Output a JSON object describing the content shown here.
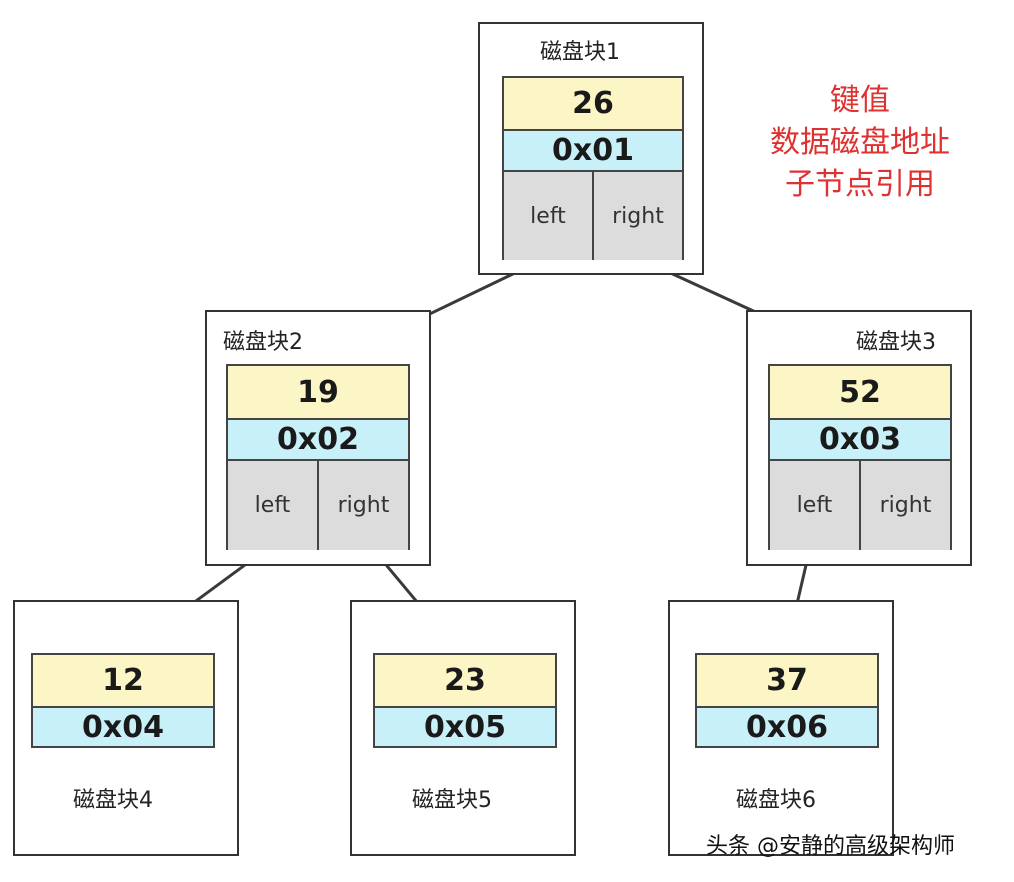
{
  "blocks": [
    {
      "label": "磁盘块1",
      "key": "26",
      "addr": "0x01",
      "left": "left",
      "right": "right"
    },
    {
      "label": "磁盘块2",
      "key": "19",
      "addr": "0x02",
      "left": "left",
      "right": "right"
    },
    {
      "label": "磁盘块3",
      "key": "52",
      "addr": "0x03",
      "left": "left",
      "right": "right"
    },
    {
      "label": "磁盘块4",
      "key": "12",
      "addr": "0x04"
    },
    {
      "label": "磁盘块5",
      "key": "23",
      "addr": "0x05"
    },
    {
      "label": "磁盘块6",
      "key": "37",
      "addr": "0x06"
    }
  ],
  "legend": [
    "键值",
    "数据磁盘地址",
    "子节点引用"
  ],
  "watermark": "头条 @安静的高级架构师",
  "colors": {
    "key_bg": "#fcf6c6",
    "addr_bg": "#c8f0f8",
    "pointer_bg": "#dcdcdc",
    "legend_text": "#e03131",
    "border": "#444444"
  }
}
